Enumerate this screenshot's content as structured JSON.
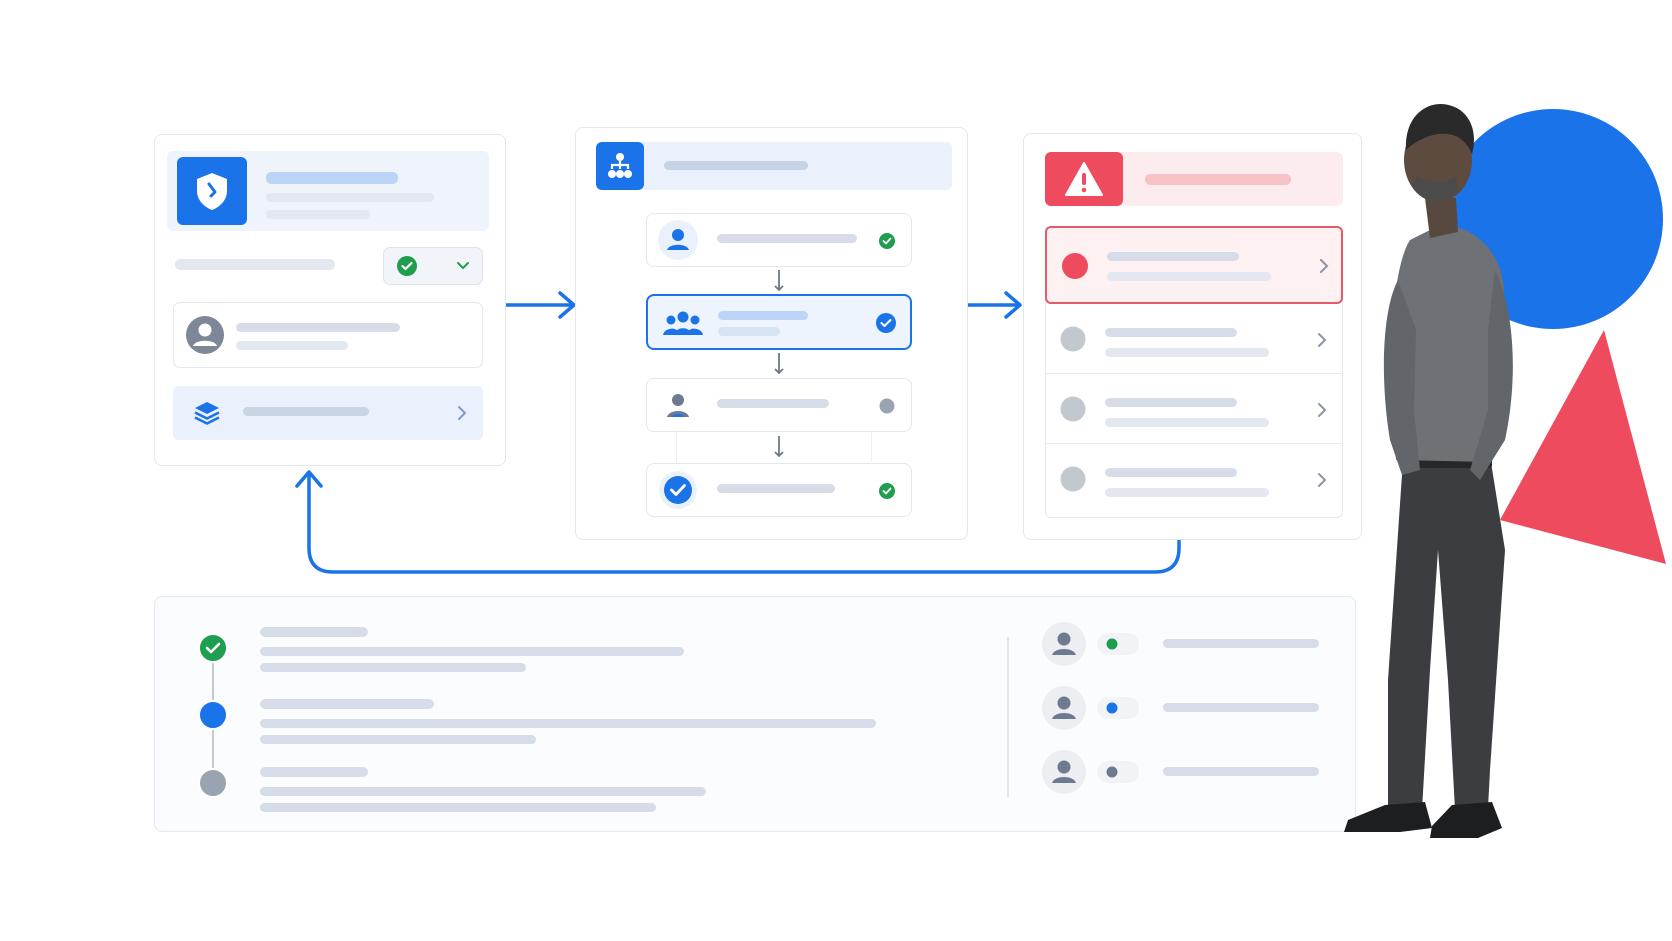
{
  "flow": {
    "policy_card": {
      "icon": "shield-icon",
      "toggle_icons": [
        "check-circle-icon",
        "chevron-down-icon"
      ],
      "user_icon": "user-avatar-icon",
      "layers_icon": "layers-icon"
    },
    "workflow_card": {
      "icon": "hierarchy-icon",
      "steps": [
        {
          "icon": "user-icon",
          "state": "done"
        },
        {
          "icon": "group-icon",
          "state": "active"
        },
        {
          "icon": "user-icon",
          "state": "pending"
        },
        {
          "icon": "check-circle-icon",
          "state": "done"
        }
      ]
    },
    "alert_card": {
      "icon": "warning-icon",
      "items": [
        {
          "state": "error"
        },
        {
          "state": "neutral"
        },
        {
          "state": "neutral"
        },
        {
          "state": "neutral"
        }
      ]
    }
  },
  "timeline": {
    "steps": [
      "done",
      "active",
      "pending"
    ]
  },
  "assignees": {
    "rows": [
      "green",
      "blue",
      "gray"
    ]
  },
  "colors": {
    "accent": "#1a73e8",
    "success": "#1e9e4e",
    "danger": "#ef4b5f",
    "muted": "#9aa3b2"
  }
}
